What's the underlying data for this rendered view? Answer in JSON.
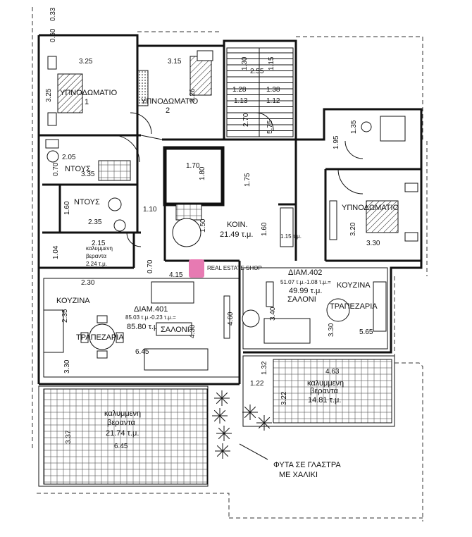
{
  "rooms": {
    "bedroom1": {
      "name": "ΥΠΝΟΔΩΜΑΤΙΟ",
      "num": "1"
    },
    "bedroom2": {
      "name": "ΥΠΝΟΔΩΜΑΤΙΟ",
      "num": "2"
    },
    "bedroom3": {
      "name": "ΥΠΝΟΔΩΜΑΤΙΟ"
    },
    "shower1": "ΝΤΟΥΣ",
    "shower2": "ΝΤΟΥΣ",
    "common": {
      "name": "ΚΟΙΝ.",
      "area": "21.49 τ.μ."
    },
    "small_veranda": {
      "line1": "καλυμμενη",
      "line2": "βεραντα",
      "area": "2.24 τ.μ."
    },
    "small_box": "1.15 τ.μ.",
    "apt401": {
      "title": "ΔΙΑΜ.401",
      "calc": "85.03 τ.μ.-0.23 τ.μ.=",
      "total": "85.80 τ.μ."
    },
    "apt402": {
      "title": "ΔΙΑΜ.402",
      "calc": "51.07 τ.μ.-1.08 τ.μ.=",
      "total": "49.99 τ.μ."
    },
    "kitchen_left": "ΚΟΥΖΙΝΑ",
    "dining_left": "ΤΡΑΠΕΖΑΡΙΑ",
    "living_left": "ΣΑΛΟΝΙ",
    "kitchen_right": "ΚΟΥΖΙΝΑ",
    "dining_right": "ΤΡΑΠΕΖΑΡΙΑ",
    "living_right": "ΣΑΛΟΝΙ",
    "veranda_right": {
      "line1": "καλυμμενη",
      "line2": "βεραντα",
      "area": "14.81 τ.μ."
    },
    "veranda_left": {
      "line1": "καλυμμενη",
      "line2": "βεραντα",
      "area": "21.74 τ.μ."
    }
  },
  "note": {
    "line1": "ΦΥΤΑ ΣΕ ΓΛΑΣΤΡΑ",
    "line2": "ΜΕ ΧΑΛΙΚΙ"
  },
  "watermark": "REAL ESTATE SHOP",
  "dims": {
    "d0_33": "0.33",
    "d0_60": "0.60",
    "d3_25": "3.25",
    "d3_15": "3.15",
    "d1_30": "1.30",
    "d2_55": "2.55",
    "d1_15": "1.15",
    "d3_25b": "3.25",
    "d3_26": "3.26",
    "d1_28": "1.28",
    "d1_38": "1.38",
    "d1_13": "1.13",
    "d1_12": "1.12",
    "d2_70": "2.70",
    "d5_75": "5.75",
    "d2_05": "2.05",
    "d0_70": "0.70",
    "d3_35": "3.35",
    "d1_95": "1.95",
    "d1_35": "1.35",
    "d1_70": "1.70",
    "d1_80": "1.80",
    "d1_75": "1.75",
    "d1_60": "1.60",
    "d1_10": "1.10",
    "d2_35": "2.35",
    "d1_50": "1.50",
    "d1_60b": "1.60",
    "d3_20": "3.20",
    "d3_30": "3.30",
    "d1_04": "1.04",
    "d2_15": "2.15",
    "d0_70b": "0.70",
    "d4_15": "4.15",
    "d2_30": "2.30",
    "d3_40": "3.40",
    "d2_35b": "2.35",
    "d4_30": "4.30",
    "d4_60": "4.60",
    "d3_30b": "3.30",
    "d5_65": "5.65",
    "d6_45": "6.45",
    "d3_30c": "3.30",
    "d1_32": "1.32",
    "d4_63": "4.63",
    "d1_22": "1.22",
    "d3_22": "3.22",
    "d3_37": "3.37",
    "d6_45b": "6.45"
  }
}
